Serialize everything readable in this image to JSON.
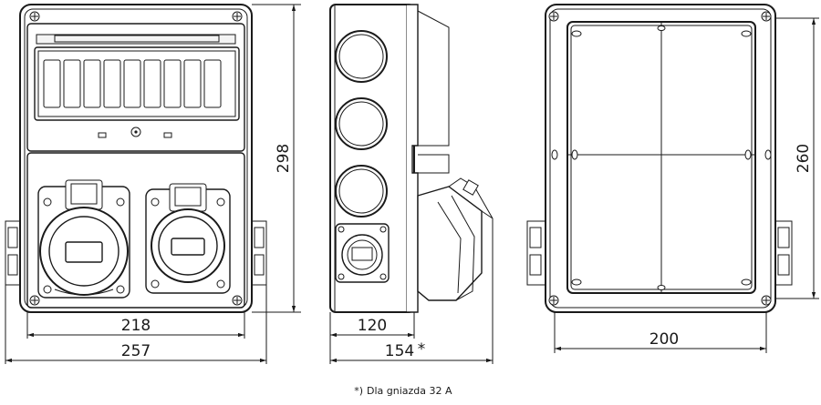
{
  "front_view": {
    "width_inner": "218",
    "width_total": "257",
    "height": "298"
  },
  "side_view": {
    "depth_body": "120",
    "depth_total": "154",
    "asterisk": "*"
  },
  "back_view": {
    "width": "200",
    "height": "260"
  },
  "footnote": {
    "marker": "*)",
    "text": "Dla gniazda 32 A"
  }
}
